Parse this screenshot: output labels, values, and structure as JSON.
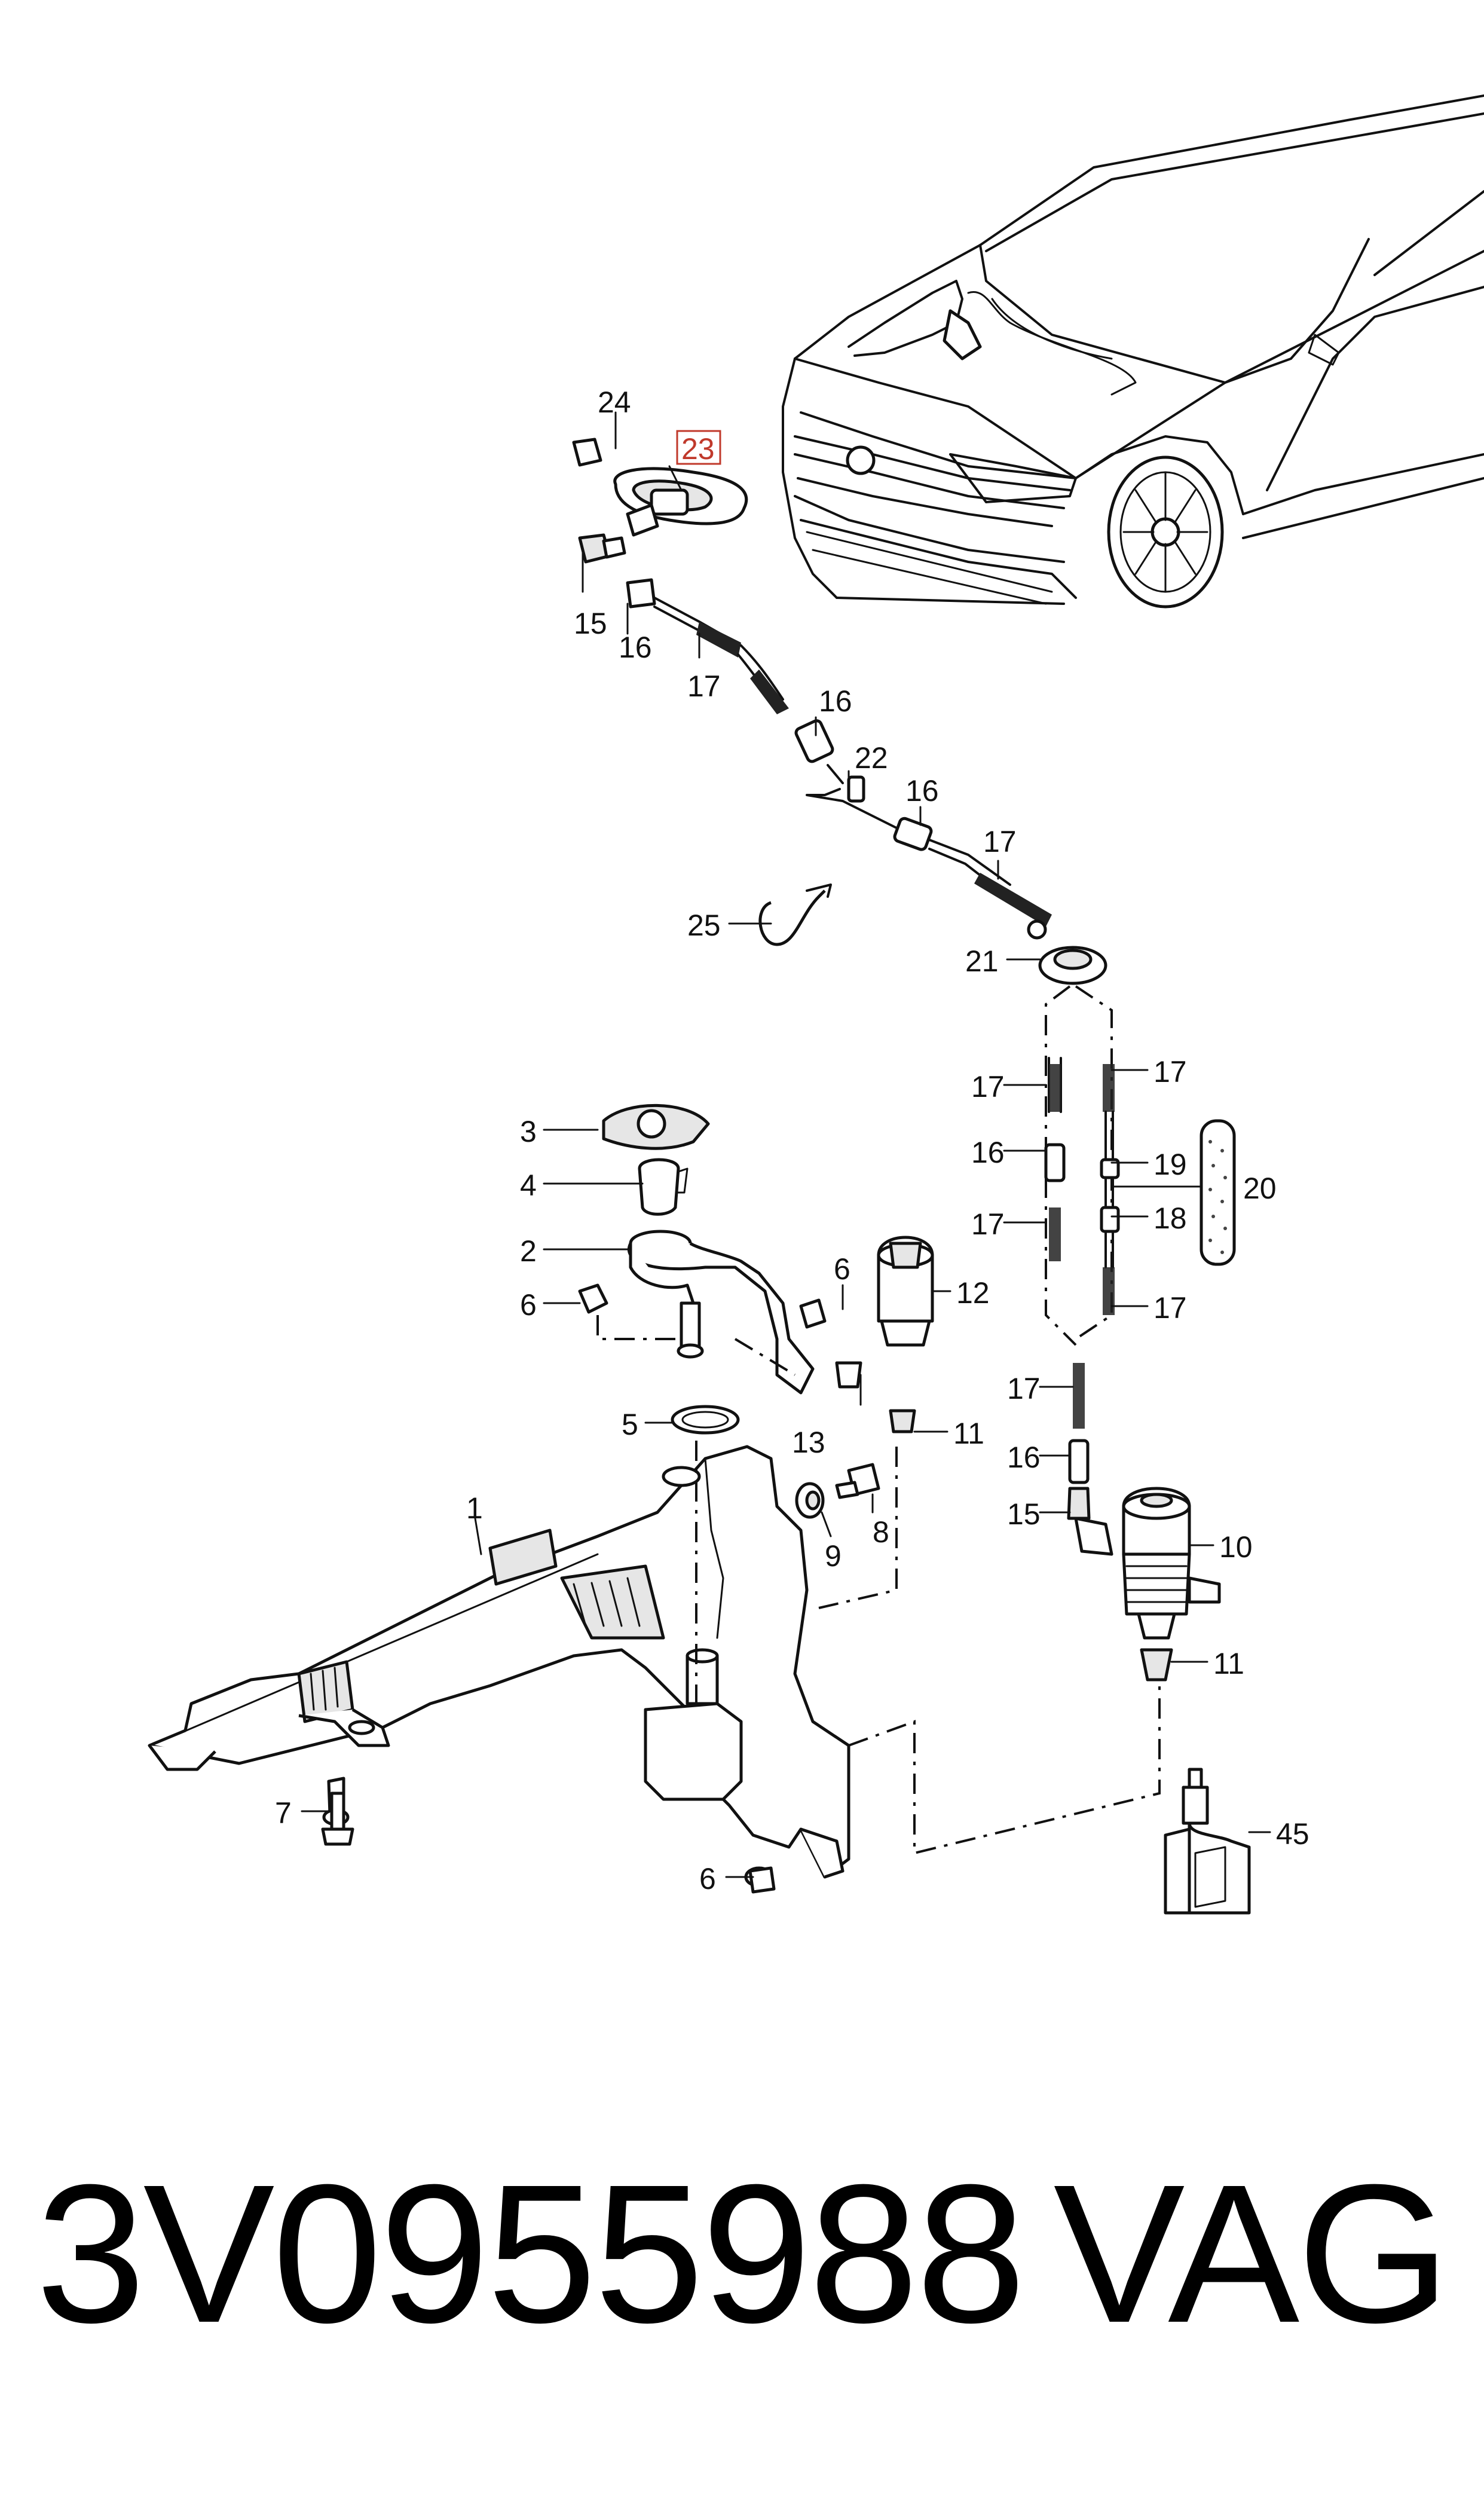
{
  "diagram": {
    "callouts": {
      "p1": "1",
      "p2": "2",
      "p3": "3",
      "p4": "4",
      "p5": "5",
      "p6a": "6",
      "p6b": "6",
      "p6c": "6",
      "p7": "7",
      "p8": "8",
      "p9": "9",
      "p10": "10",
      "p11a": "11",
      "p11b": "11",
      "p12": "12",
      "p13": "13",
      "p15a": "15",
      "p15b": "15",
      "p16a": "16",
      "p16b": "16",
      "p16c": "16",
      "p16d": "16",
      "p16e": "16",
      "p17a": "17",
      "p17b": "17",
      "p17c": "17",
      "p17d": "17",
      "p17e": "17",
      "p17f": "17",
      "p17g": "17",
      "p18": "18",
      "p19": "19",
      "p20": "20",
      "p21": "21",
      "p22": "22",
      "p23": "23",
      "p24": "24",
      "p25": "25",
      "p45": "45"
    },
    "highlighted_callout": "23",
    "highlight_color": "#c0392b"
  },
  "footer": {
    "part_number": "3V0955988",
    "brand": "VAG"
  }
}
